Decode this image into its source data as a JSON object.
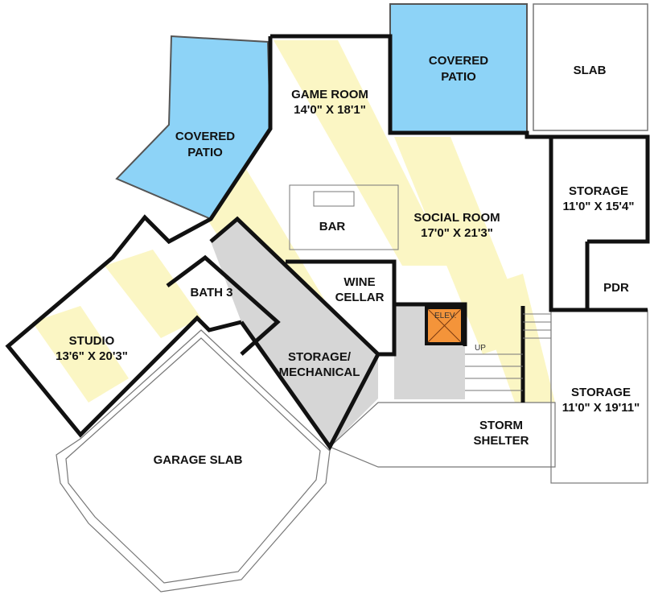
{
  "colors": {
    "patio": "#8dd3f7",
    "mechanical": "#d6d6d6",
    "elevator": "#f4943a",
    "sunlight": "#fbf6c4",
    "wall": "#111111"
  },
  "rooms": {
    "covered_patio_left": {
      "line1": "COVERED",
      "line2": "PATIO"
    },
    "covered_patio_top": {
      "line1": "COVERED",
      "line2": "PATIO"
    },
    "slab": {
      "line1": "SLAB"
    },
    "game_room": {
      "line1": "GAME ROOM",
      "line2": "14'0\" X 18'1\""
    },
    "bar": {
      "line1": "BAR"
    },
    "social_room": {
      "line1": "SOCIAL ROOM",
      "line2": "17'0\" X 21'3\""
    },
    "storage_upper": {
      "line1": "STORAGE",
      "line2": "11'0\" X 15'4\""
    },
    "pdr": {
      "line1": "PDR"
    },
    "wine_cellar": {
      "line1": "WINE",
      "line2": "CELLAR"
    },
    "bath3": {
      "line1": "BATH 3"
    },
    "studio": {
      "line1": "STUDIO",
      "line2": "13'6\" X 20'3\""
    },
    "storage_mechanical": {
      "line1": "STORAGE/",
      "line2": "MECHANICAL"
    },
    "garage_slab": {
      "line1": "GARAGE SLAB"
    },
    "storm_shelter": {
      "line1": "STORM",
      "line2": "SHELTER"
    },
    "storage_lower": {
      "line1": "STORAGE",
      "line2": "11'0\" X 19'11\""
    },
    "elevator": {
      "line1": "ELEV."
    },
    "stairs": {
      "line1": "UP"
    }
  }
}
